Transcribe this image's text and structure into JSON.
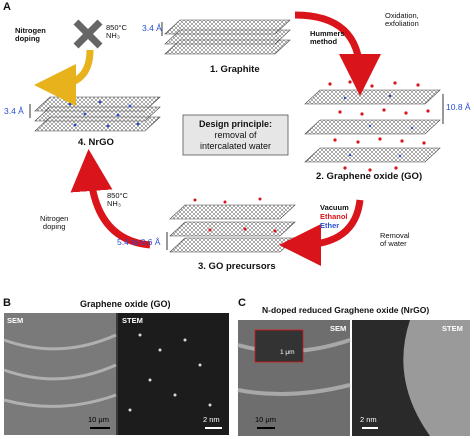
{
  "panel_a": {
    "letter": "A",
    "step1": "1. Graphite",
    "step2": "2. Graphene oxide (GO)",
    "step3": "3. GO precursors",
    "step4": "4. NrGO",
    "spacing_graphite": "3.4 Å",
    "spacing_go": "10.8 Å",
    "spacing_precursor": "5.4 to 8.6 Å",
    "spacing_nrgo": "3.4 Å",
    "hummers": "Hummers\nmethod",
    "oxidation": "Oxidation,\nexfoliation",
    "vacuum_lines": [
      "Vacuum",
      "Ethanol",
      "Ether"
    ],
    "removal_water": "Removal\nof water",
    "nitrogen_doping_top": "Nitrogen\ndoping",
    "nitrogen_doping_bottom": "Nitrogen\ndoping",
    "nh3_top": "850°C\nNH₃",
    "nh3_bottom": "850°C\nNH₃",
    "design_title": "Design principle:",
    "design_body": "removal of\nintercalated water"
  },
  "panel_b": {
    "letter": "B",
    "title": "Graphene oxide (GO)",
    "sem_label": "SEM",
    "stem_label": "STEM",
    "sem_scale": "10 μm",
    "stem_scale": "2 nm"
  },
  "panel_c": {
    "letter": "C",
    "title": "N-doped reduced Graghene oxide (NrGO)",
    "sem_label": "SEM",
    "stem_label": "STEM",
    "sem_scale": "10 μm",
    "inset_scale": "1 μm",
    "stem_scale": "2 nm"
  },
  "colors": {
    "arrow_red": "#d9141b",
    "arrow_yellow": "#e8b21c",
    "accent_blue": "#2a4fd1",
    "ethanol_red": "#d9141b"
  }
}
